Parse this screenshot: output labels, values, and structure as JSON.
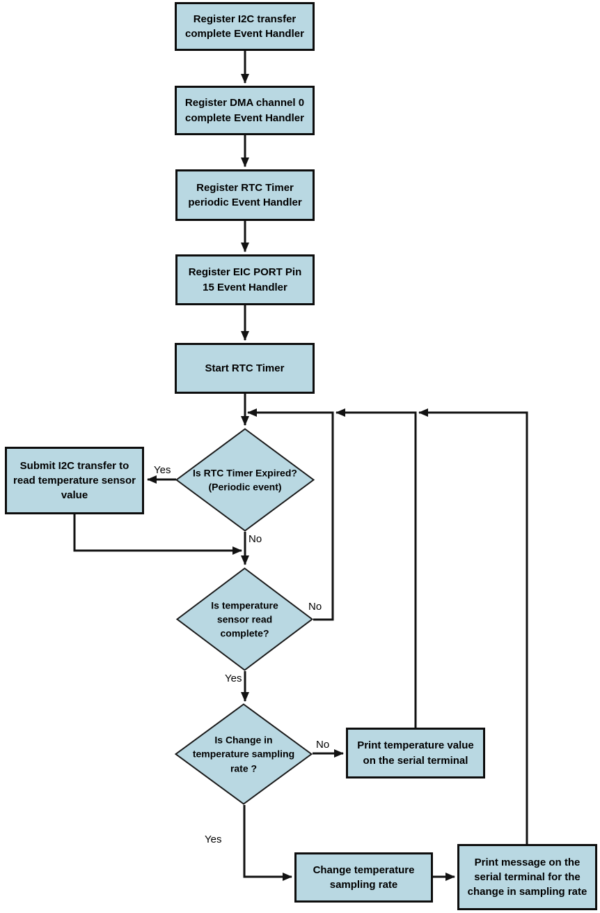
{
  "flowchart": {
    "colors": {
      "node_fill": "#b9d8e2",
      "node_border": "#0d0d0d",
      "line": "#121212",
      "background": "#ffffff"
    },
    "nodes": {
      "register_i2c": "Register I2C transfer complete Event Handler",
      "register_dma": "Register DMA channel 0 complete Event Handler",
      "register_rtc": "Register RTC Timer periodic Event Handler",
      "register_eic": "Register EIC PORT Pin 15 Event Handler",
      "start_rtc": "Start RTC Timer",
      "decision_rtc_expired": "Is RTC Timer Expired? (Periodic event)",
      "submit_i2c": "Submit I2C transfer to read temperature sensor value",
      "decision_sensor_read": "Is temperature sensor read complete?",
      "decision_sampling_change": "Is Change in temperature sampling rate ?",
      "print_temperature": "Print temperature value on the serial terminal",
      "change_sampling_rate": "Change temperature sampling rate",
      "print_message": "Print message on the serial terminal for the change in sampling rate"
    },
    "edge_labels": {
      "yes_rtc_expired": "Yes",
      "no_rtc_expired": "No",
      "no_sensor_read": "No",
      "yes_sensor_read": "Yes",
      "no_sampling_change": "No",
      "yes_sampling_change": "Yes"
    }
  }
}
